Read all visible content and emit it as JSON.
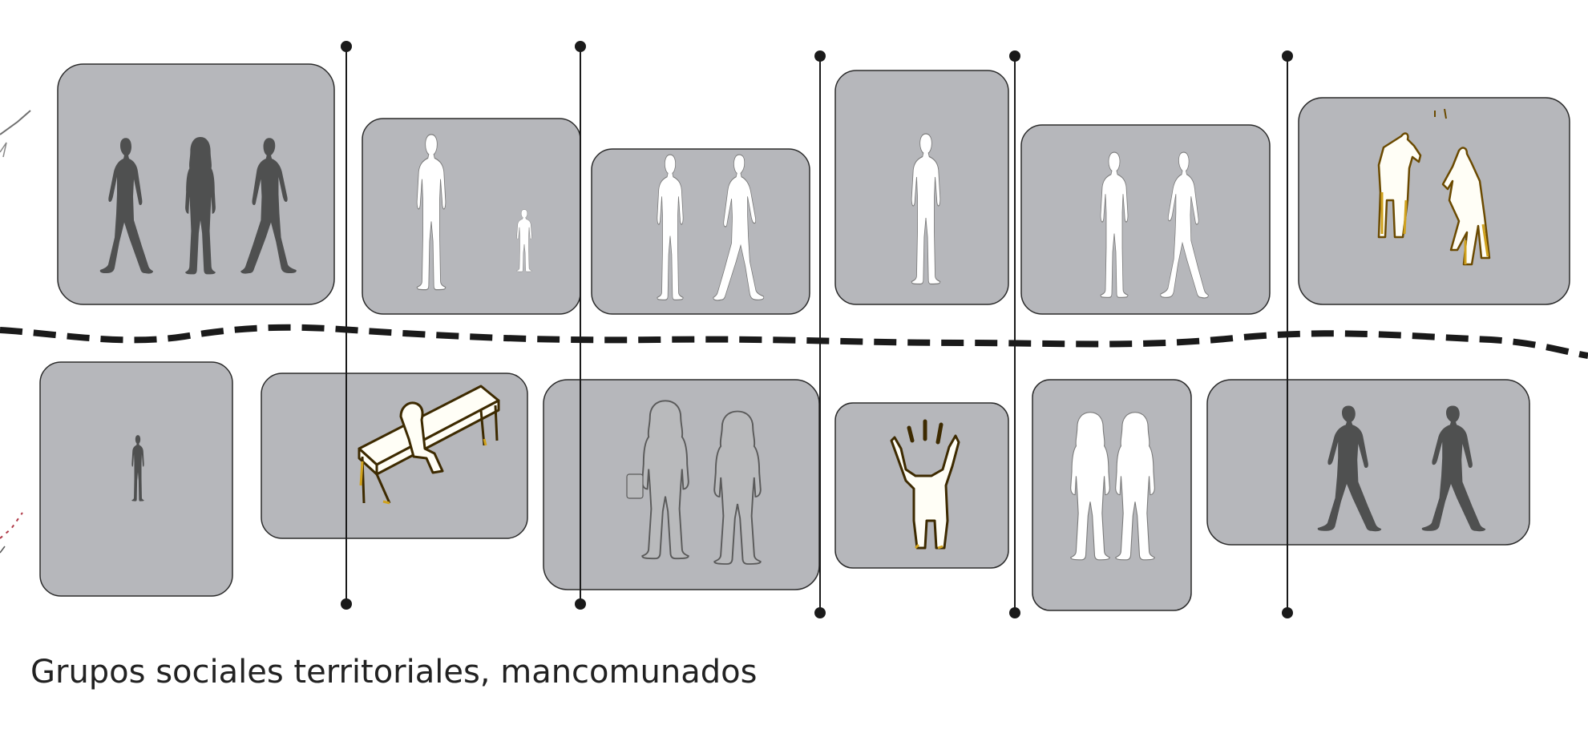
{
  "caption": "Grupos sociales territoriales, mancomunados",
  "colors": {
    "panel": "#b6b7bb",
    "dark_silhouette": "#4f5050",
    "light_silhouette": "#ffffff",
    "grey_silhouette": "#b9babc",
    "sketch_fill": "#fffef6",
    "sketch_outline": "#6b4a00",
    "sketch_accent": "#d0a21e",
    "line": "#1a1a1a"
  },
  "panels_top": [
    {
      "id": "p1",
      "figures": "three-dark-women-walking"
    },
    {
      "id": "p2",
      "figures": "adult-and-child-white"
    },
    {
      "id": "p3",
      "figures": "two-white-men-talking"
    },
    {
      "id": "p4",
      "figures": "single-white-man-leaning"
    },
    {
      "id": "p5",
      "figures": "two-white-men-walking"
    },
    {
      "id": "p6",
      "figures": "sketched-pair"
    }
  ],
  "panels_bottom": [
    {
      "id": "q1",
      "figures": "single-small-dark-figure"
    },
    {
      "id": "q2",
      "figures": "sketched-bench"
    },
    {
      "id": "q3",
      "figures": "elderly-couple-grey"
    },
    {
      "id": "q4",
      "figures": "sketched-cheering-figure"
    },
    {
      "id": "q5",
      "figures": "two-white-women"
    },
    {
      "id": "q6",
      "figures": "two-dark-men-walking"
    }
  ]
}
